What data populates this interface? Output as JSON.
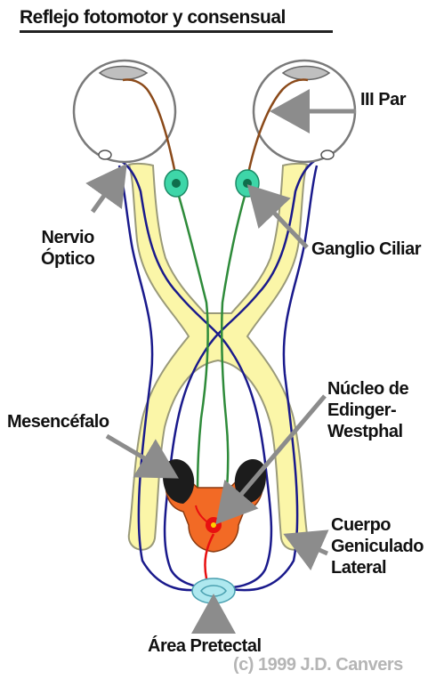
{
  "title": "Reflejo fotomotor y consensual",
  "labels": {
    "iii_par": "III Par",
    "nervio_optico": "Nervio\nÓptico",
    "ganglio_ciliar": "Ganglio Ciliar",
    "nucleo_edinger": "Núcleo de\nEdinger-\nWestphal",
    "mesencefalo": "Mesencéfalo",
    "cuerpo_geniculado": "Cuerpo\nGeniculado\nLateral",
    "area_pretectal": "Área Pretectal"
  },
  "copyright": "(c) 1999 J.D. Canvers",
  "colors": {
    "optic_pathway_fill": "#fbf6a8",
    "optic_pathway_outline": "#9a9a7a",
    "retina_fibers": "#1a1a8c",
    "parasympathetic_fibers": "#2e8b3a",
    "third_nerve_fibers": "#8b4a1a",
    "ganglion": "#3ed6a8",
    "midbrain": "#f26a25",
    "midbrain_dark": "#1c1c1c",
    "nucleus": "#e81010",
    "pretectal_area": "#aee8ef",
    "arrows": "#8c8c8c",
    "eye_outline": "#7a7a7a"
  }
}
